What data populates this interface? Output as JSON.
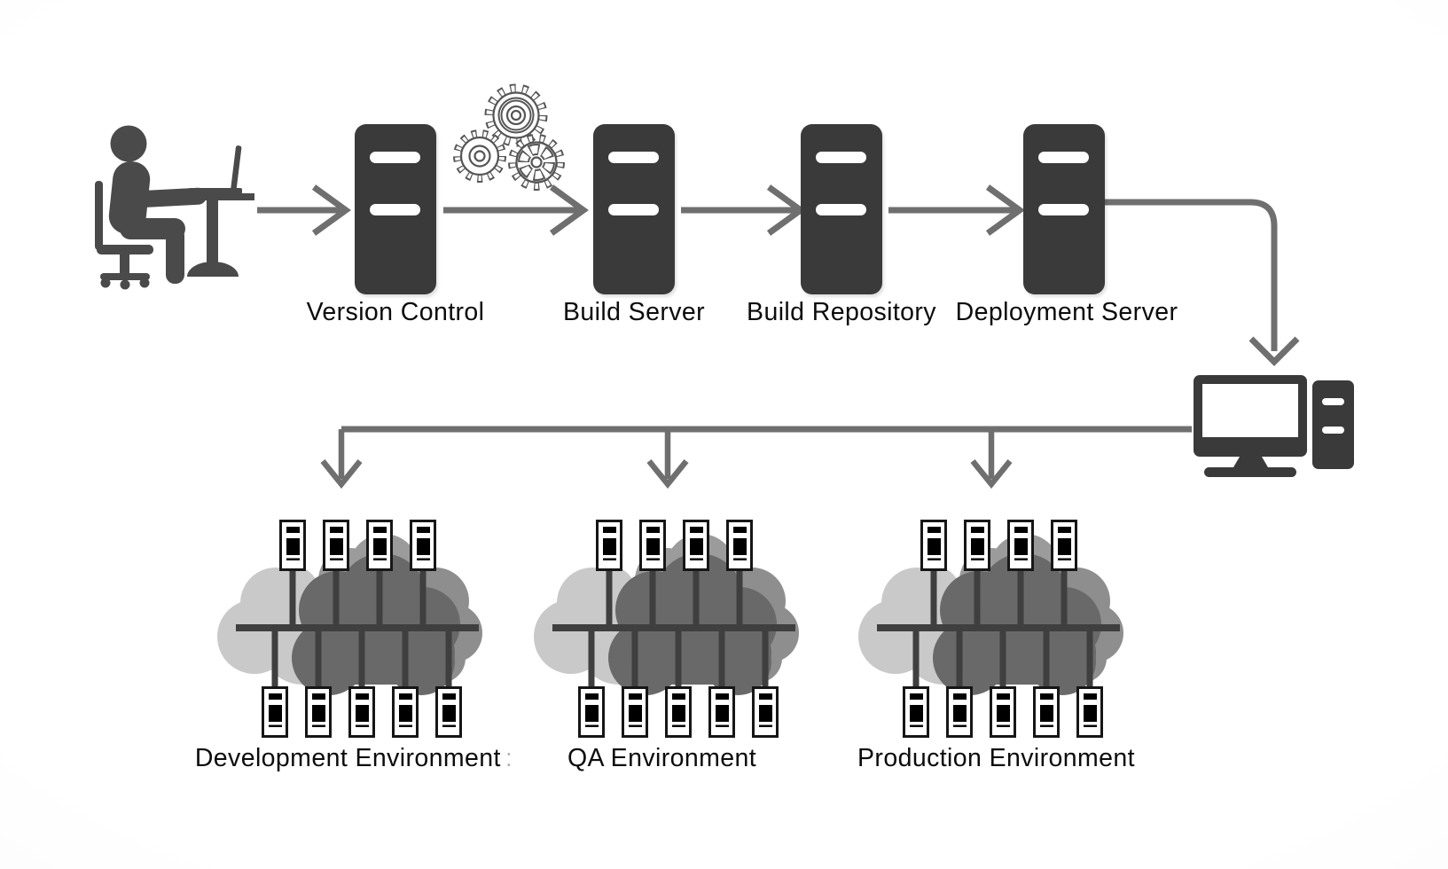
{
  "pipeline": {
    "nodes": [
      {
        "id": "version-control",
        "label": "Version Control"
      },
      {
        "id": "build-server",
        "label": "Build Server"
      },
      {
        "id": "build-repository",
        "label": "Build Repository"
      },
      {
        "id": "deployment-server",
        "label": "Deployment Server"
      }
    ]
  },
  "environments": [
    {
      "id": "development",
      "label": "Development Environment",
      "trailing_mark": ":"
    },
    {
      "id": "qa",
      "label": "QA Environment",
      "trailing_mark": ""
    },
    {
      "id": "production",
      "label": "Production Environment",
      "trailing_mark": ""
    }
  ],
  "icons": {
    "developer": "person-working-at-desk-with-laptop-icon",
    "process": "gears-icon",
    "node": "server-tower-icon",
    "workstation": "desktop-computer-with-tower-icon",
    "environment": "cloud-server-cluster-icon"
  },
  "colors": {
    "server_dark": "#3a3a3a",
    "figure": "#4a4a4a",
    "arrow": "#6f6f6f",
    "network": "#3f3f3f",
    "cloud_light": "#c9c9c9",
    "cloud_mid": "#9b9b9b",
    "cloud_edge": "#8e8e8e",
    "cloud_dark": "#696969",
    "text": "#0c0c0c",
    "background_edge": "#ececec"
  }
}
